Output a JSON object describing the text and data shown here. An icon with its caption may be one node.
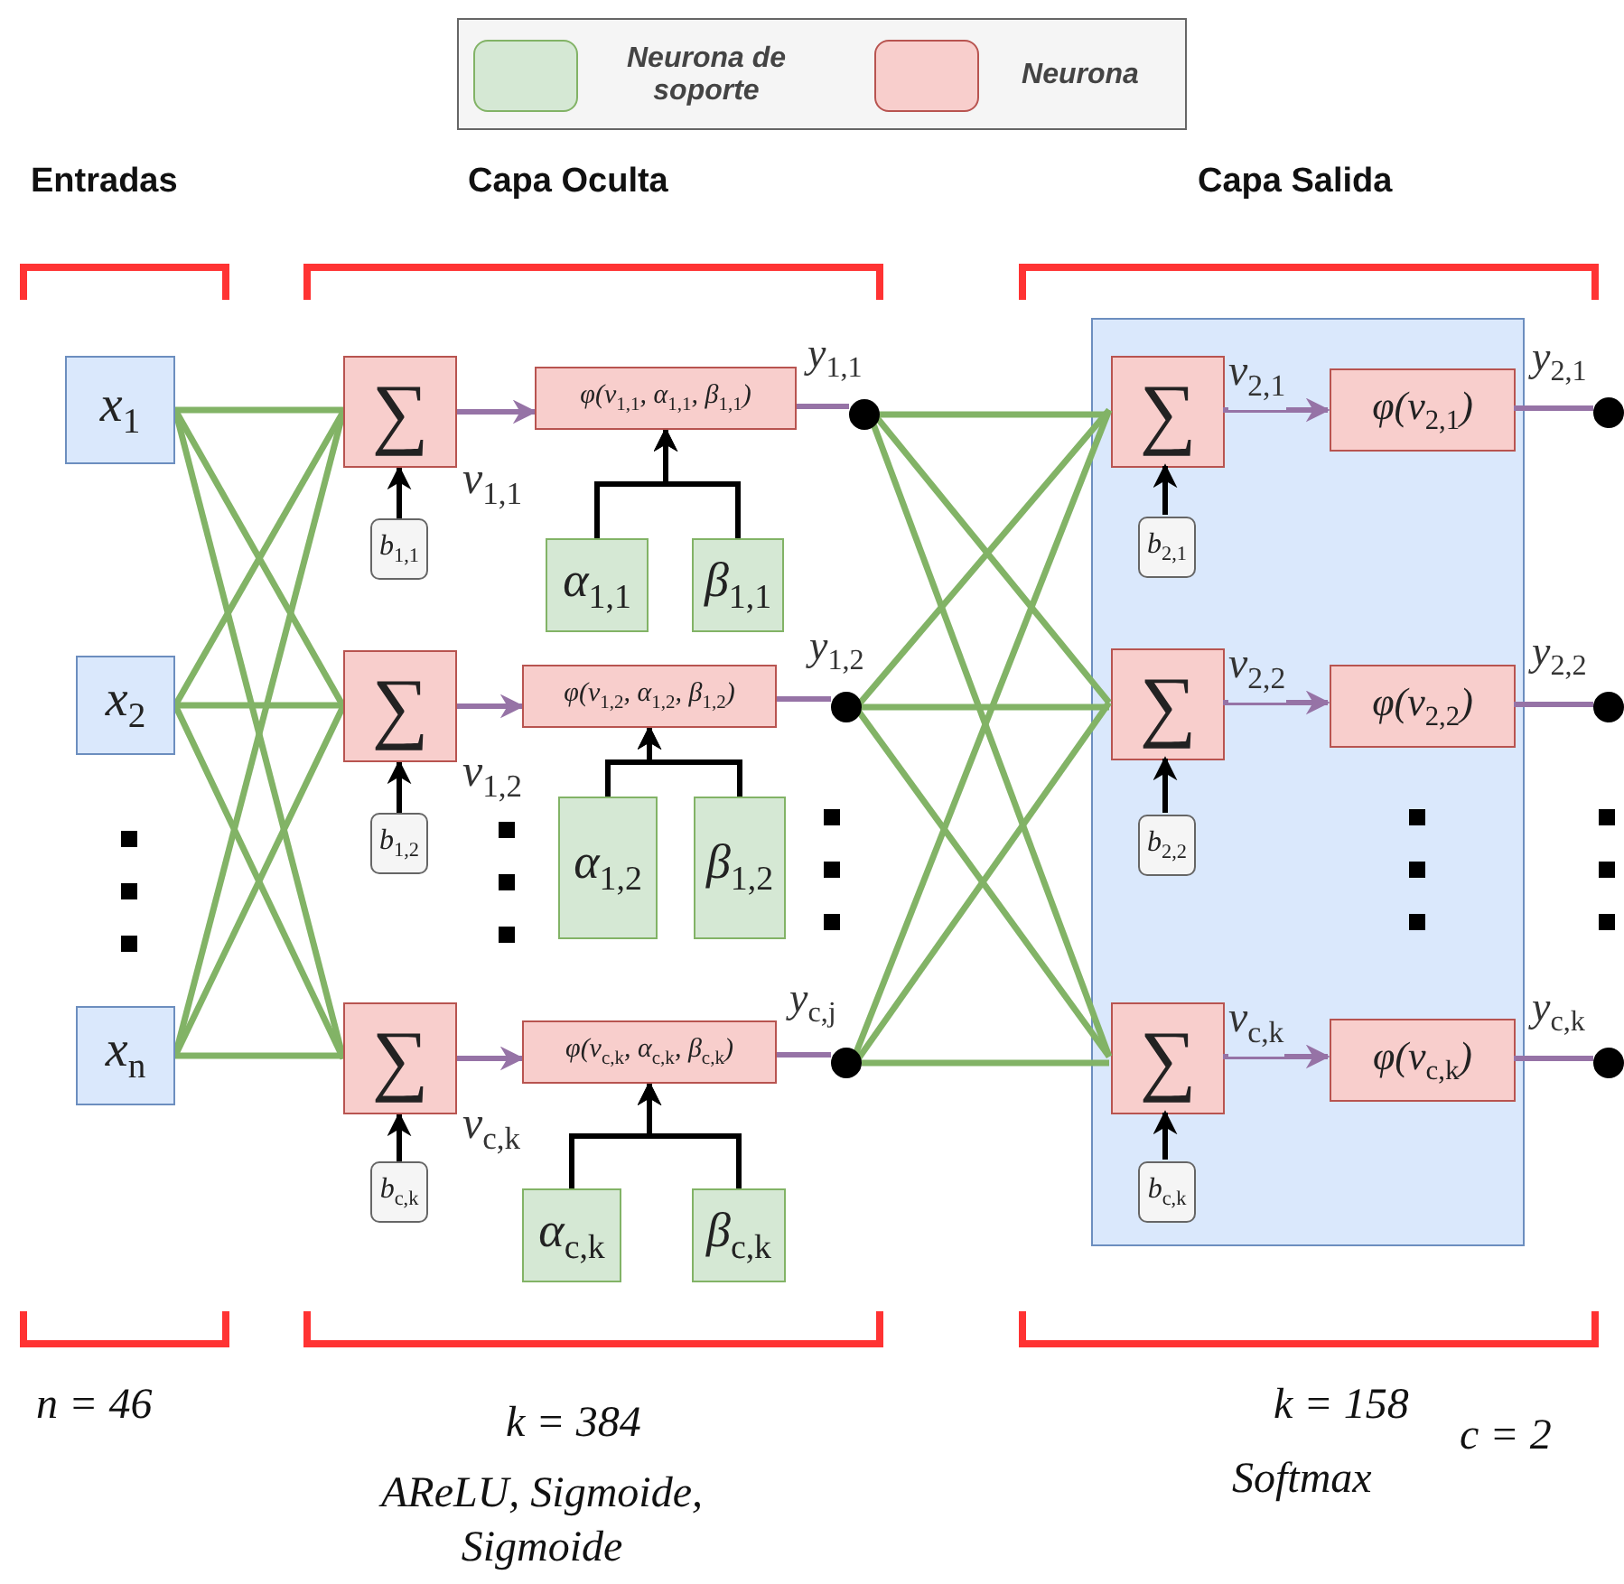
{
  "diagram": {
    "nodes": [
      {
        "text": [
          "x$_{1}$"
        ]
      },
      {
        "text": [
          "x$_{2}$"
        ]
      },
      {
        "text": [
          "x$_{n}$"
        ]
      },
      {
        "text": [
          "∑"
        ],
        "beside": [
          "v$_{1,1}$"
        ]
      },
      {
        "text": [
          "b$_{1,1}$"
        ]
      },
      {
        "text": [
          "φ(v$_{1,1}$, α$_{1,1}$, β$_{1,1}$)"
        ]
      },
      {
        "text": [
          "α$_{1,1}$"
        ]
      },
      {
        "text": [
          "β$_{1,1}$"
        ]
      },
      {
        "text": [],
        "shape": "circle",
        "beside": [
          "y$_{1,1}$"
        ]
      },
      {
        "text": [
          "∑"
        ],
        "beside": [
          "v$_{1,2}$"
        ]
      },
      {
        "text": [
          "b$_{1,2}$"
        ]
      },
      {
        "text": [
          "φ(v$_{1,2}$, α$_{1,2}$, β$_{1,2}$)"
        ]
      },
      {
        "text": [
          "α$_{1,2}$"
        ]
      },
      {
        "text": [
          "β$_{1,2}$"
        ]
      },
      {
        "text": [],
        "shape": "circle",
        "beside": [
          "y$_{1,2}$"
        ]
      },
      {
        "text": [
          "∑"
        ],
        "beside": [
          "v$_{c,k}$"
        ]
      },
      {
        "text": [
          "b$_{c,k}$"
        ]
      },
      {
        "text": [
          "φ(v$_{c,k}$, α$_{c,k}$, β$_{c,k}$)"
        ]
      },
      {
        "text": [
          "α$_{c,k}$"
        ]
      },
      {
        "text": [
          "β$_{c,k}$"
        ]
      },
      {
        "text": [],
        "shape": "circle",
        "beside": [
          "y$_{c,j}$"
        ]
      },
      {
        "text": [],
        "shape": "box"
      },
      {
        "text": [
          "∑"
        ],
        "in": 21
      },
      {
        "text": [
          "b$_{2,1}$"
        ],
        "in": 21
      },
      {
        "text": [
          "φ(v$_{2,1}$)"
        ],
        "in": 21
      },
      {
        "text": [],
        "shape": "circle",
        "beside": [
          "y$_{2,1}$"
        ]
      },
      {
        "text": [
          "∑"
        ],
        "in": 21
      },
      {
        "text": [
          "b$_{2,2}$"
        ],
        "in": 21
      },
      {
        "text": [
          "φ(v$_{2,2}$)"
        ],
        "in": 21
      },
      {
        "text": [],
        "shape": "circle",
        "beside": [
          "y$_{2,2}$"
        ]
      },
      {
        "text": [
          "∑"
        ],
        "in": 21
      },
      {
        "text": [
          "b$_{c,k}$"
        ],
        "in": 21
      },
      {
        "text": [
          "φ(v$_{c,k}$)"
        ],
        "in": 21
      },
      {
        "text": [],
        "shape": "circle",
        "beside": [
          "y$_{c,k}$"
        ]
      }
    ],
    "edges": [
      {
        "from": 0,
        "to": 3,
        "arrow": "none"
      },
      {
        "from": 0,
        "to": 9,
        "arrow": "none"
      },
      {
        "from": 0,
        "to": 15,
        "arrow": "none"
      },
      {
        "from": 1,
        "to": 3,
        "arrow": "none"
      },
      {
        "from": 1,
        "to": 9,
        "arrow": "none"
      },
      {
        "from": 1,
        "to": 15,
        "arrow": "none"
      },
      {
        "from": 2,
        "to": 3,
        "arrow": "none"
      },
      {
        "from": 2,
        "to": 9,
        "arrow": "none"
      },
      {
        "from": 2,
        "to": 15,
        "arrow": "none"
      },
      {
        "from": 4,
        "to": 3,
        "arrow": "to",
        "color": "#000000"
      },
      {
        "from": 3,
        "to": 5,
        "arrow": "to",
        "color": "#9673a6"
      },
      {
        "from": 6,
        "to": 5,
        "arrow": "to",
        "color": "#000000"
      },
      {
        "from": 7,
        "to": 5,
        "arrow": "to",
        "color": "#000000"
      },
      {
        "from": 5,
        "to": 8,
        "arrow": "none",
        "color": "#9673a6"
      },
      {
        "from": 10,
        "to": 9,
        "arrow": "to",
        "color": "#000000"
      },
      {
        "from": 9,
        "to": 11,
        "arrow": "to",
        "color": "#9673a6"
      },
      {
        "from": 12,
        "to": 11,
        "arrow": "to",
        "color": "#000000"
      },
      {
        "from": 13,
        "to": 11,
        "arrow": "to",
        "color": "#000000"
      },
      {
        "from": 11,
        "to": 14,
        "arrow": "none",
        "color": "#9673a6"
      },
      {
        "from": 16,
        "to": 15,
        "arrow": "to",
        "color": "#000000"
      },
      {
        "from": 15,
        "to": 17,
        "arrow": "to",
        "color": "#9673a6"
      },
      {
        "from": 18,
        "to": 17,
        "arrow": "to",
        "color": "#000000"
      },
      {
        "from": 19,
        "to": 17,
        "arrow": "to",
        "color": "#000000"
      },
      {
        "from": 17,
        "to": 20,
        "arrow": "none",
        "color": "#9673a6"
      },
      {
        "from": 8,
        "to": 22,
        "arrow": "none"
      },
      {
        "from": 8,
        "to": 26,
        "arrow": "none"
      },
      {
        "from": 8,
        "to": 30,
        "arrow": "none"
      },
      {
        "from": 14,
        "to": 22,
        "arrow": "none"
      },
      {
        "from": 14,
        "to": 26,
        "arrow": "none"
      },
      {
        "from": 14,
        "to": 30,
        "arrow": "none"
      },
      {
        "from": 20,
        "to": 22,
        "arrow": "none"
      },
      {
        "from": 20,
        "to": 26,
        "arrow": "none"
      },
      {
        "from": 20,
        "to": 30,
        "arrow": "none"
      },
      {
        "from": 23,
        "to": 22,
        "arrow": "to",
        "color": "#000000"
      },
      {
        "from": 22,
        "to": 24,
        "arrow": "to",
        "color": "#9673a6",
        "label": "v$_{2,1}$"
      },
      {
        "from": 24,
        "to": 25,
        "arrow": "none",
        "color": "#9673a6"
      },
      {
        "from": 27,
        "to": 26,
        "arrow": "to",
        "color": "#000000"
      },
      {
        "from": 26,
        "to": 28,
        "arrow": "to",
        "color": "#9673a6",
        "label": "v$_{2,2}$"
      },
      {
        "from": 28,
        "to": 29,
        "arrow": "none",
        "color": "#9673a6"
      },
      {
        "from": 31,
        "to": 30,
        "arrow": "to",
        "color": "#000000"
      },
      {
        "from": 30,
        "to": 32,
        "arrow": "to",
        "color": "#9673a6",
        "label": "v$_{c,k}$"
      },
      {
        "from": 32,
        "to": 33,
        "arrow": "none",
        "color": "#9673a6"
      }
    ],
    "labels": [
      "Entradas",
      "Capa Oculta",
      "Capa Salida",
      "n = 46",
      "k = 384",
      "k = 158",
      "c = 2",
      "AReLU, Sigmoide, Sigmoide",
      "Softmax"
    ],
    "legend": [
      {
        "text": "Neurona de soporte",
        "color": "#d5e8d4"
      },
      {
        "text": "Neurona",
        "color": "#f8cecc"
      }
    ]
  }
}
